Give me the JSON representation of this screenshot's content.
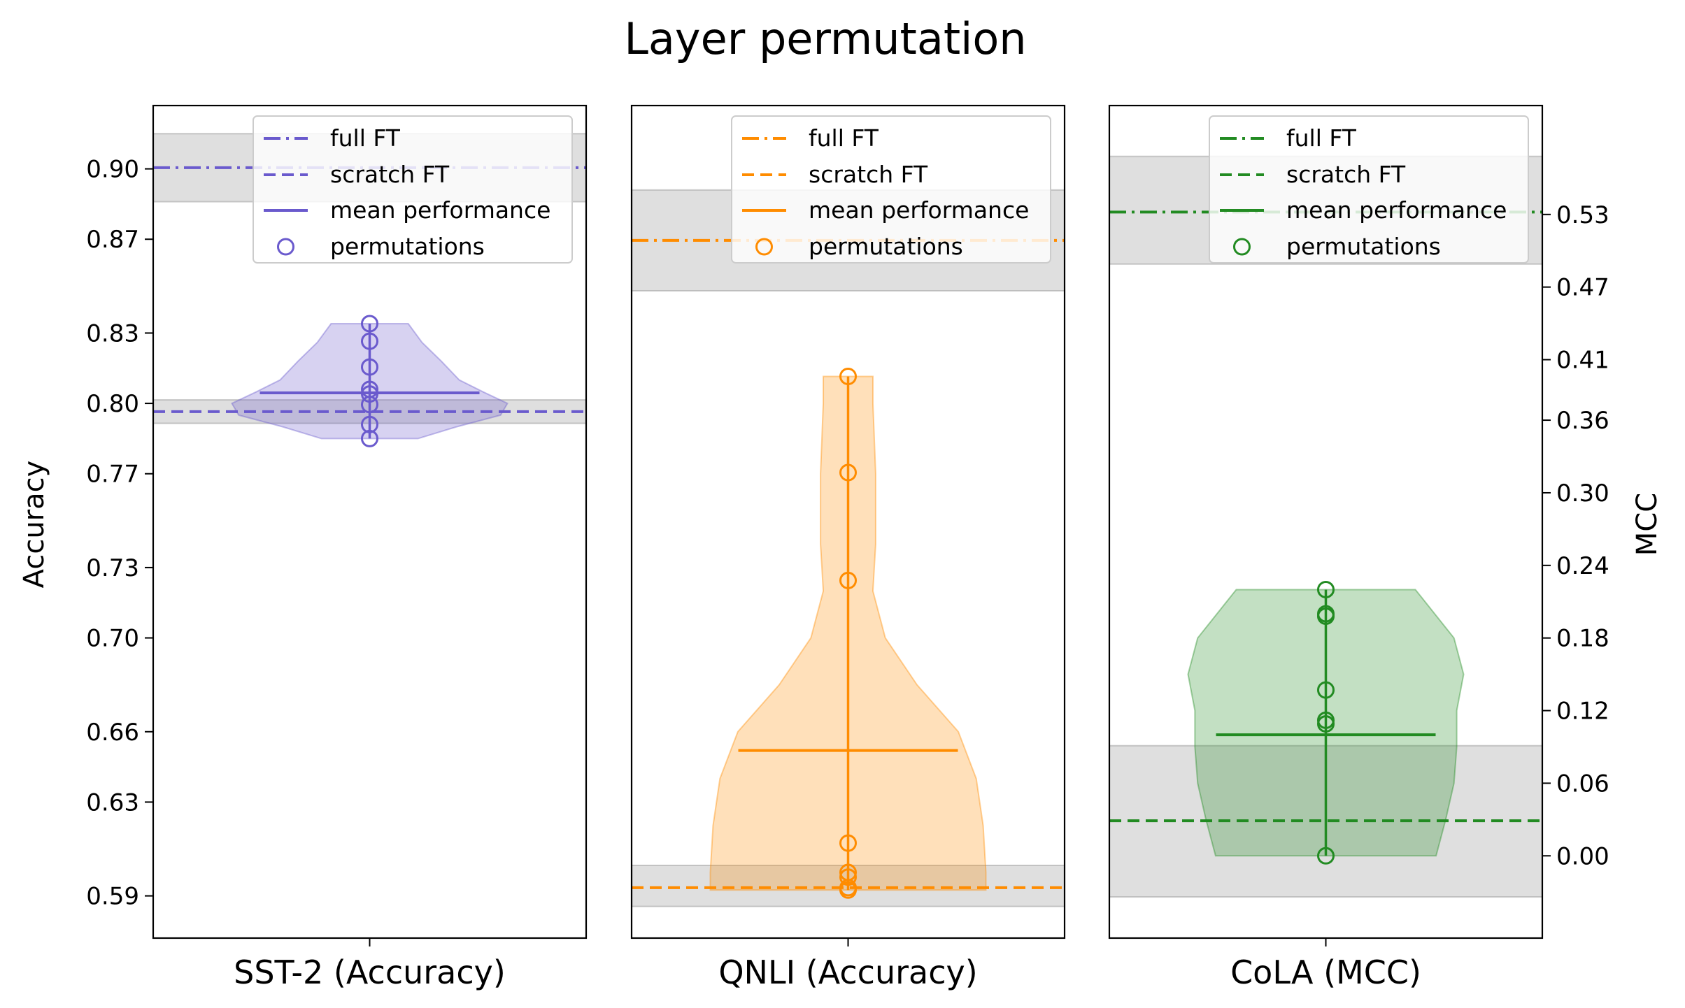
{
  "figure": {
    "title": "Layer permutation"
  },
  "chart_data": {
    "type": "violin",
    "left_axis": {
      "label": "Accuracy",
      "ticks": [
        "0.59",
        "0.63",
        "0.66",
        "0.70",
        "0.73",
        "0.77",
        "0.80",
        "0.83",
        "0.87",
        "0.90"
      ]
    },
    "right_axis": {
      "label": "MCC",
      "ticks": [
        "0.00",
        "0.06",
        "0.12",
        "0.18",
        "0.24",
        "0.30",
        "0.36",
        "0.41",
        "0.47",
        "0.53"
      ]
    },
    "legend_labels": [
      "full FT",
      "scratch FT",
      "mean performance",
      "permutations"
    ],
    "legend_position": "upper-center",
    "panels": [
      {
        "label": "SST-2 (Accuracy)",
        "color": "#6a5acd",
        "axis": "left",
        "ylim": [
          0.572,
          0.927
        ],
        "full_ft": 0.9005,
        "full_ft_band": [
          0.886,
          0.915
        ],
        "scratch_ft": 0.7965,
        "scratch_ft_band": [
          0.7915,
          0.8015
        ],
        "mean": 0.8045,
        "permutations": [
          0.834,
          0.8265,
          0.8155,
          0.806,
          0.804,
          0.7995,
          0.791,
          0.785
        ],
        "violin": [
          [
            0.785,
            0.35
          ],
          [
            0.79,
            0.63
          ],
          [
            0.795,
            0.95
          ],
          [
            0.8,
            1.0
          ],
          [
            0.805,
            0.82
          ],
          [
            0.81,
            0.65
          ],
          [
            0.818,
            0.52
          ],
          [
            0.826,
            0.38
          ],
          [
            0.834,
            0.28
          ]
        ]
      },
      {
        "label": "QNLI (Accuracy)",
        "color": "#ff8c00",
        "axis": "left",
        "ylim": [
          0.572,
          0.927
        ],
        "full_ft": 0.8695,
        "full_ft_band": [
          0.848,
          0.891
        ],
        "scratch_ft": 0.5935,
        "scratch_ft_band": [
          0.5855,
          0.603
        ],
        "mean": 0.652,
        "permutations": [
          0.8115,
          0.7705,
          0.7245,
          0.6125,
          0.6,
          0.598,
          0.5935,
          0.5925
        ],
        "violin": [
          [
            0.5925,
            1.0
          ],
          [
            0.6,
            1.0
          ],
          [
            0.62,
            0.98
          ],
          [
            0.64,
            0.93
          ],
          [
            0.66,
            0.8
          ],
          [
            0.68,
            0.5
          ],
          [
            0.7,
            0.27
          ],
          [
            0.72,
            0.18
          ],
          [
            0.74,
            0.2
          ],
          [
            0.77,
            0.2
          ],
          [
            0.8,
            0.18
          ],
          [
            0.8115,
            0.18
          ]
        ]
      },
      {
        "label": "CoLA (MCC)",
        "color": "#228b22",
        "axis": "right",
        "ylim": [
          -0.068,
          0.62
        ],
        "full_ft": 0.532,
        "full_ft_band": [
          0.489,
          0.578
        ],
        "scratch_ft": 0.029,
        "scratch_ft_band": [
          -0.034,
          0.091
        ],
        "mean": 0.1,
        "permutations": [
          0.22,
          0.2,
          0.198,
          0.137,
          0.112,
          0.109,
          0.0
        ],
        "violin": [
          [
            0.0,
            0.8
          ],
          [
            0.03,
            0.87
          ],
          [
            0.06,
            0.93
          ],
          [
            0.09,
            0.95
          ],
          [
            0.12,
            0.95
          ],
          [
            0.15,
            1.0
          ],
          [
            0.18,
            0.93
          ],
          [
            0.21,
            0.72
          ],
          [
            0.22,
            0.65
          ]
        ]
      }
    ]
  }
}
